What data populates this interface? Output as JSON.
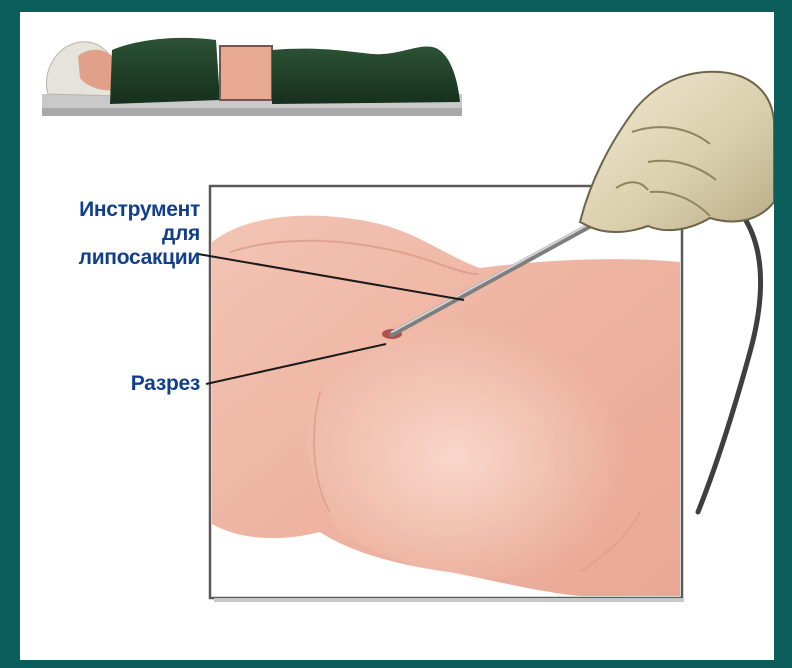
{
  "labels": {
    "instrument_line1": "Инструмент",
    "instrument_line2": "для",
    "instrument_line3": "липосакции",
    "incision": "Разрез"
  },
  "colors": {
    "border": "#0b5e5b",
    "background": "#ffffff",
    "label_text": "#123f8c",
    "skin": "#efb7a5",
    "drape": "#1f3d26"
  }
}
